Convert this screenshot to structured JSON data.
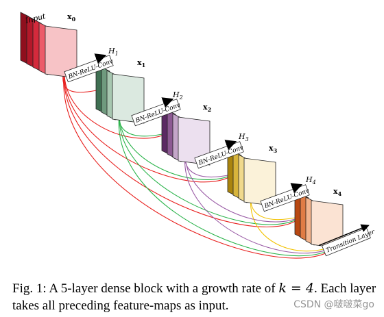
{
  "diagram": {
    "input_label": "Input",
    "blocks": [
      {
        "symbol": "x",
        "index": "0",
        "layer_label": "",
        "conv_label": ""
      },
      {
        "symbol": "x",
        "index": "1",
        "layer_label": "H",
        "layer_index": "1",
        "conv_label": "BN-ReLU-Conv"
      },
      {
        "symbol": "x",
        "index": "2",
        "layer_label": "H",
        "layer_index": "2",
        "conv_label": "BN-ReLU-Conv"
      },
      {
        "symbol": "x",
        "index": "3",
        "layer_label": "H",
        "layer_index": "3",
        "conv_label": "BN-ReLU-Conv"
      },
      {
        "symbol": "x",
        "index": "4",
        "layer_label": "H",
        "layer_index": "4",
        "conv_label": "BN-ReLU-Conv"
      }
    ],
    "transition_label": "Transition Layer",
    "colors": {
      "input": [
        "#8f0f1e",
        "#b3182a",
        "#d42a3c",
        "#ec5b69",
        "#f7c3c6"
      ],
      "block1": [
        "#3f6f52",
        "#6f9a7e",
        "#a7c7b0",
        "#dbe9e0"
      ],
      "block2": [
        "#5b2a63",
        "#8d5a93",
        "#c4a6c9",
        "#ece0ef"
      ],
      "block3": [
        "#a9840e",
        "#d7b43b",
        "#f0d98c",
        "#fbf2d9"
      ],
      "block4": [
        "#b84812",
        "#e07c45",
        "#f3b48d",
        "#fbe3d3"
      ],
      "edge_colors": [
        "#e8201e",
        "#2ab34a",
        "#9a5ca6",
        "#f2c200"
      ]
    }
  },
  "caption": {
    "prefix": "Fig. 1: A 5-layer dense block with a growth rate of ",
    "math": "k = 4",
    "suffix": ". Each layer takes all preceding feature-maps as input."
  },
  "watermark": "CSDN @啵啵菜go"
}
